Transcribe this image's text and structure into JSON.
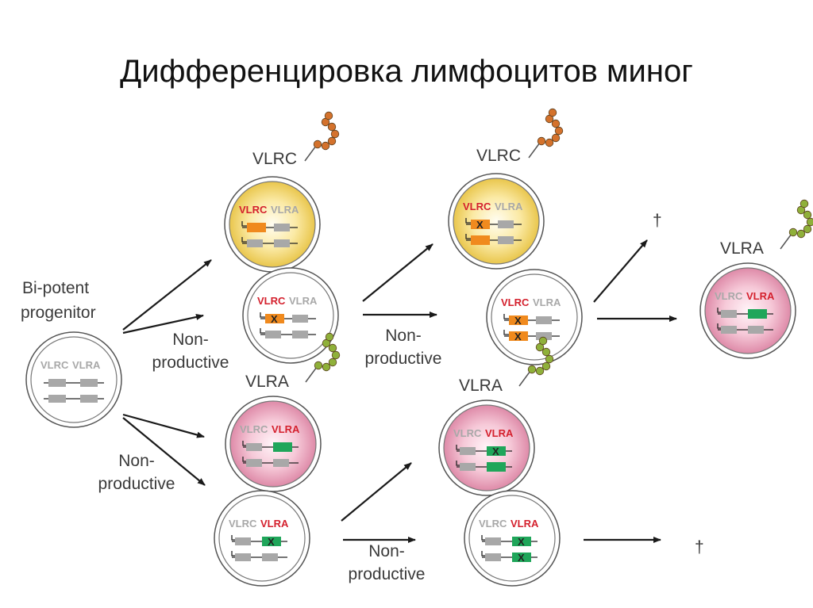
{
  "title": "Дифференцировка лимфоцитов миног",
  "labels": {
    "progenitor_line1": "Bi-potent",
    "progenitor_line2": "progenitor",
    "nonprod_line1": "Non-",
    "nonprod_line2": "productive",
    "vlrc": "VLRC",
    "vlra": "VLRA",
    "death": "†",
    "x_mark": "X"
  },
  "colors": {
    "vlrc_cell": "#f3d66a",
    "vlra_cell": "#ec9fb9",
    "plain_cell": "#ffffff",
    "inactive_gene": "#a8a8a8",
    "active_gene_text": "#d4202d",
    "vlrc_segment": "#f08a1e",
    "vlra_segment": "#1fa65a",
    "vlrc_chain": "#d4722c",
    "vlra_chain": "#8fb03a",
    "arrow": "#1a1a1a"
  },
  "diagram": {
    "nodes": [
      {
        "id": "bi-potent-progenitor",
        "cell_type": "unrearranged",
        "genes": [
          "VLRC",
          "VLRA"
        ],
        "active_gene": "none"
      },
      {
        "id": "vlrc-cell-1",
        "cell_type": "VLRC+",
        "active_gene": "VLRC",
        "alleles": [
          "productive VLRC",
          "germline VLRC"
        ]
      },
      {
        "id": "vlrc-nonproductive-1",
        "cell_type": "non-productive",
        "active_gene": "VLRC",
        "alleles": [
          "non-productive VLRC",
          "germline VLRC"
        ]
      },
      {
        "id": "vlrc-cell-2",
        "cell_type": "VLRC+",
        "active_gene": "VLRC",
        "alleles": [
          "non-productive VLRC",
          "productive VLRC"
        ]
      },
      {
        "id": "vlrc-nonproductive-2",
        "cell_type": "non-productive",
        "active_gene": "VLRC",
        "alleles": [
          "non-productive VLRC",
          "non-productive VLRC"
        ]
      },
      {
        "id": "death-top",
        "cell_type": "death"
      },
      {
        "id": "vlra-cell-right",
        "cell_type": "VLRA+",
        "active_gene": "VLRA",
        "alleles": [
          "productive VLRA",
          "germline VLRA"
        ]
      },
      {
        "id": "vlra-cell-1",
        "cell_type": "VLRA+",
        "active_gene": "VLRA",
        "alleles": [
          "productive VLRA",
          "germline VLRA"
        ]
      },
      {
        "id": "vlra-nonproductive-1",
        "cell_type": "non-productive",
        "active_gene": "VLRA",
        "alleles": [
          "non-productive VLRA",
          "germline VLRA"
        ]
      },
      {
        "id": "vlra-cell-2",
        "cell_type": "VLRA+",
        "active_gene": "VLRA",
        "alleles": [
          "non-productive VLRA",
          "productive VLRA"
        ]
      },
      {
        "id": "vlra-nonproductive-2",
        "cell_type": "non-productive",
        "active_gene": "VLRA",
        "alleles": [
          "non-productive VLRA",
          "non-productive VLRA"
        ]
      },
      {
        "id": "death-bottom",
        "cell_type": "death"
      }
    ],
    "edges": [
      {
        "from": "bi-potent-progenitor",
        "to": "vlrc-cell-1"
      },
      {
        "from": "bi-potent-progenitor",
        "to": "vlrc-nonproductive-1",
        "label": "Non-productive"
      },
      {
        "from": "bi-potent-progenitor",
        "to": "vlra-cell-1"
      },
      {
        "from": "bi-potent-progenitor",
        "to": "vlra-nonproductive-1",
        "label": "Non-productive"
      },
      {
        "from": "vlrc-nonproductive-1",
        "to": "vlrc-cell-2"
      },
      {
        "from": "vlrc-nonproductive-1",
        "to": "vlrc-nonproductive-2",
        "label": "Non-productive"
      },
      {
        "from": "vlrc-nonproductive-2",
        "to": "death-top"
      },
      {
        "from": "vlrc-nonproductive-2",
        "to": "vlra-cell-right"
      },
      {
        "from": "vlra-nonproductive-1",
        "to": "vlra-cell-2"
      },
      {
        "from": "vlra-nonproductive-1",
        "to": "vlra-nonproductive-2",
        "label": "Non-productive"
      },
      {
        "from": "vlra-nonproductive-2",
        "to": "death-bottom"
      }
    ]
  }
}
